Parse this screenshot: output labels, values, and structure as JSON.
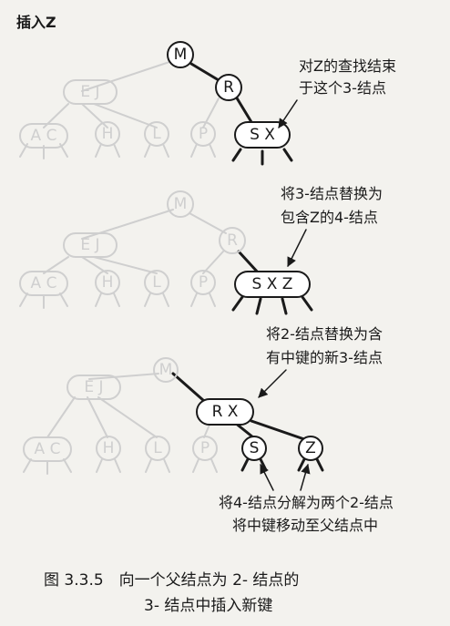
{
  "title": "插入Z",
  "panels": [
    {
      "annotation": [
        "对Z的查找结束",
        "于这个3-结点"
      ],
      "root": "M",
      "left_node": "E J",
      "right_node": "R",
      "target_node": "S X",
      "leaves": [
        "A C",
        "H",
        "L",
        "P"
      ]
    },
    {
      "annotation": [
        "将3-结点替换为",
        "包含Z的4-结点"
      ],
      "root": "M",
      "left_node": "E J",
      "right_node": "R",
      "target_node": "S X Z",
      "leaves": [
        "A C",
        "H",
        "L",
        "P"
      ]
    },
    {
      "annotation_top": [
        "将2-结点替换为含",
        "有中键的新3-结点"
      ],
      "annotation_bottom": [
        "将4-结点分解为两个2-结点",
        "将中键移动至父结点中"
      ],
      "root": "M",
      "left_node": "E J",
      "right_node": "R X",
      "split_nodes": [
        "S",
        "Z"
      ],
      "leaves": [
        "A C",
        "H",
        "L",
        "P"
      ]
    }
  ],
  "caption": [
    "图 3.3.5　向一个父结点为 2- 结点的",
    "3- 结点中插入新键"
  ]
}
